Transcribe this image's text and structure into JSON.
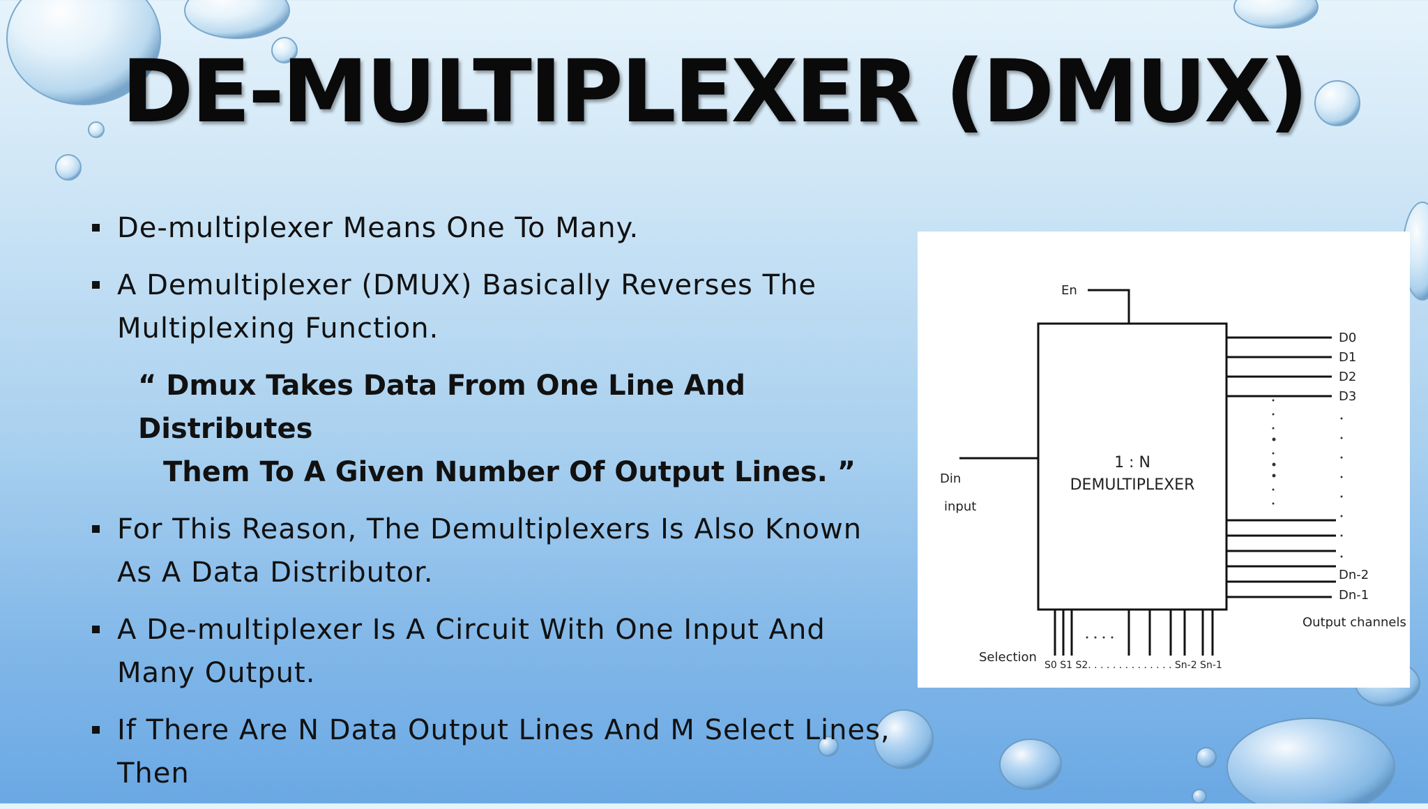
{
  "slide": {
    "title": "DE-MULTIPLEXER (DMUX)",
    "bullets": [
      "De-multiplexer Means One To Many.",
      "A Demultiplexer (DMUX) Basically Reverses The Multiplexing Function.",
      "For This Reason, The Demultiplexers Is Also Known As A Data Distributor.",
      "A De-multiplexer Is A Circuit With One Input And Many Output.",
      "If There Are N Data Output Lines And M Select Lines, Then"
    ],
    "quote_line1": "“ Dmux Takes Data From One Line And Distributes",
    "quote_line2": "Them To A Given Number Of Output Lines. ”"
  },
  "diagram": {
    "enable_label": "En",
    "box_ratio": "1 : N",
    "box_name": "DEMULTIPLEXER",
    "input_label": "Din",
    "input_sub": "input",
    "outputs_top": [
      "D0",
      "D1",
      "D2",
      "D3"
    ],
    "outputs_bottom": [
      "Dn-2",
      "Dn-1"
    ],
    "output_caption": "Output channels",
    "selection_label": "Selection",
    "select_lines": "S0 S1 S2. . . . . . . . . . . . . .  Sn-2 Sn-1"
  }
}
